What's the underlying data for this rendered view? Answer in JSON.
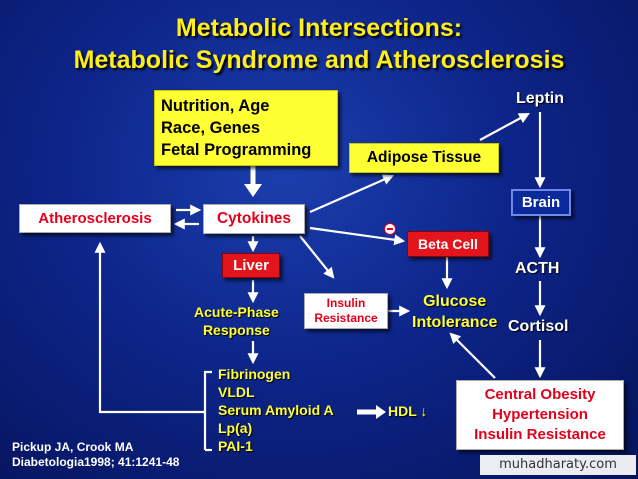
{
  "title": {
    "line1": "Metabolic Intersections:",
    "line2": "Metabolic Syndrome and Atherosclerosis"
  },
  "nodes": {
    "nutrition": [
      "Nutrition, Age",
      "Race, Genes",
      "Fetal Programming"
    ],
    "adipose_tissue": "Adipose Tissue",
    "leptin": "Leptin",
    "brain": "Brain",
    "acth": "ACTH",
    "cortisol": "Cortisol",
    "atherosclerosis": "Atherosclerosis",
    "cytokines": "Cytokines",
    "beta_cell": "Beta Cell",
    "liver": "Liver",
    "insulin_resistance_box": [
      "Insulin",
      "Resistance"
    ],
    "glucose_intolerance": [
      "Glucose",
      "Intolerance"
    ],
    "acute_phase": [
      "Acute-Phase",
      "Response"
    ],
    "markers": [
      "Fibrinogen",
      "VLDL",
      "Serum Amyloid A",
      "Lp(a)",
      "PAI-1"
    ],
    "hdl": "HDL ↓",
    "central_obesity": [
      "Central Obesity",
      "Hypertension",
      "Insulin Resistance"
    ]
  },
  "reference": [
    "Pickup JA, Crook MA",
    "Diabetologia1998; 41:1241-48"
  ],
  "watermark": "muhadharaty.com",
  "colors": {
    "title": "#ffee1a",
    "background": "#0d258a",
    "box_yellow": "#ffff33",
    "box_red": "#e4141d",
    "text_red": "#e4001b",
    "arrow": "#ffffff"
  }
}
